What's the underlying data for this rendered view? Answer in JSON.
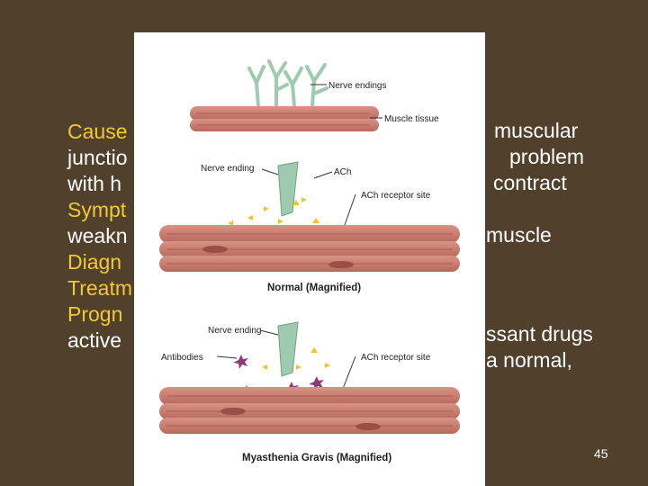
{
  "slide": {
    "title": "s",
    "page_number": "45",
    "bullets": [
      {
        "head": "Cause",
        "right": "muscular"
      },
      {
        "head": "junctio",
        "right": "problem"
      },
      {
        "head": "with h",
        "right": "contract"
      },
      {
        "head": "Sympt",
        "right": "muscle"
      },
      {
        "head": "weakn",
        "right": ""
      },
      {
        "head": "Diagn",
        "right": ""
      },
      {
        "head": "Treatm",
        "right": "ssant drugs"
      },
      {
        "head": "Progn",
        "right": "a normal,"
      },
      {
        "head": "active",
        "right": ""
      }
    ]
  },
  "figure": {
    "top": {
      "nerve_endings": "Nerve endings",
      "muscle_tissue": "Muscle tissue"
    },
    "normal": {
      "nerve_ending": "Nerve ending",
      "ach": "ACh",
      "receptor": "ACh receptor site",
      "caption": "Normal (Magnified)"
    },
    "mg": {
      "nerve_ending": "Nerve ending",
      "antibodies": "Antibodies",
      "receptor": "ACh receptor site",
      "caption": "Myasthenia Gravis (Magnified)"
    }
  },
  "colors": {
    "background": "#51402b",
    "title": "#f6cf2a",
    "bullet_head": "#f1c935",
    "muscle": "#c97d6f",
    "nerve": "#9ecbb0",
    "ach": "#f2c230",
    "antibody": "#8f3a78"
  }
}
